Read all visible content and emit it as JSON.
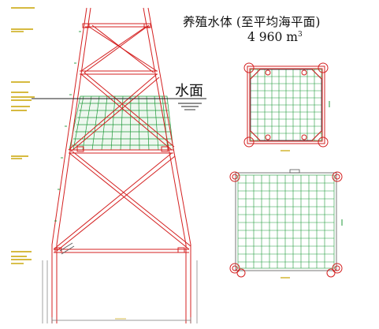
{
  "labels": {
    "culture_volume_title": "养殖水体 (至平均海平面)",
    "culture_volume_value": "4 960 m",
    "culture_volume_unit_sup": "3",
    "water_surface": "水面"
  },
  "colors": {
    "structure": "#d42020",
    "net": "#1f9a3a",
    "annotation": "#c8a400",
    "dimension": "#7a7a7a"
  }
}
